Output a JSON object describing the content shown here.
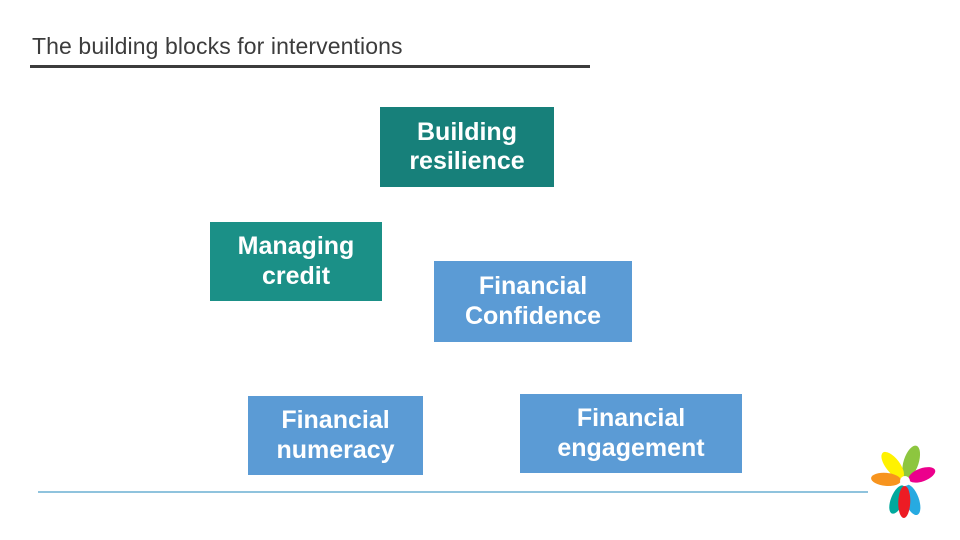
{
  "slide": {
    "title": "The building blocks for interventions",
    "blocks": [
      {
        "id": "building-resilience",
        "label": "Building resilience",
        "color": "#17807a"
      },
      {
        "id": "managing-credit",
        "label": "Managing credit",
        "color": "#1b9087"
      },
      {
        "id": "financial-confidence",
        "label": "Financial Confidence",
        "color": "#5b9bd5"
      },
      {
        "id": "financial-numeracy",
        "label": "Financial numeracy",
        "color": "#5b9bd5"
      },
      {
        "id": "financial-engagement",
        "label": "Financial engagement",
        "color": "#5b9bd5"
      }
    ],
    "logo": {
      "name": "flower-logo",
      "colors": [
        "#f7941e",
        "#8dc63f",
        "#00a99d",
        "#27aae1",
        "#ec008c",
        "#fff200",
        "#ed1c24"
      ]
    }
  }
}
